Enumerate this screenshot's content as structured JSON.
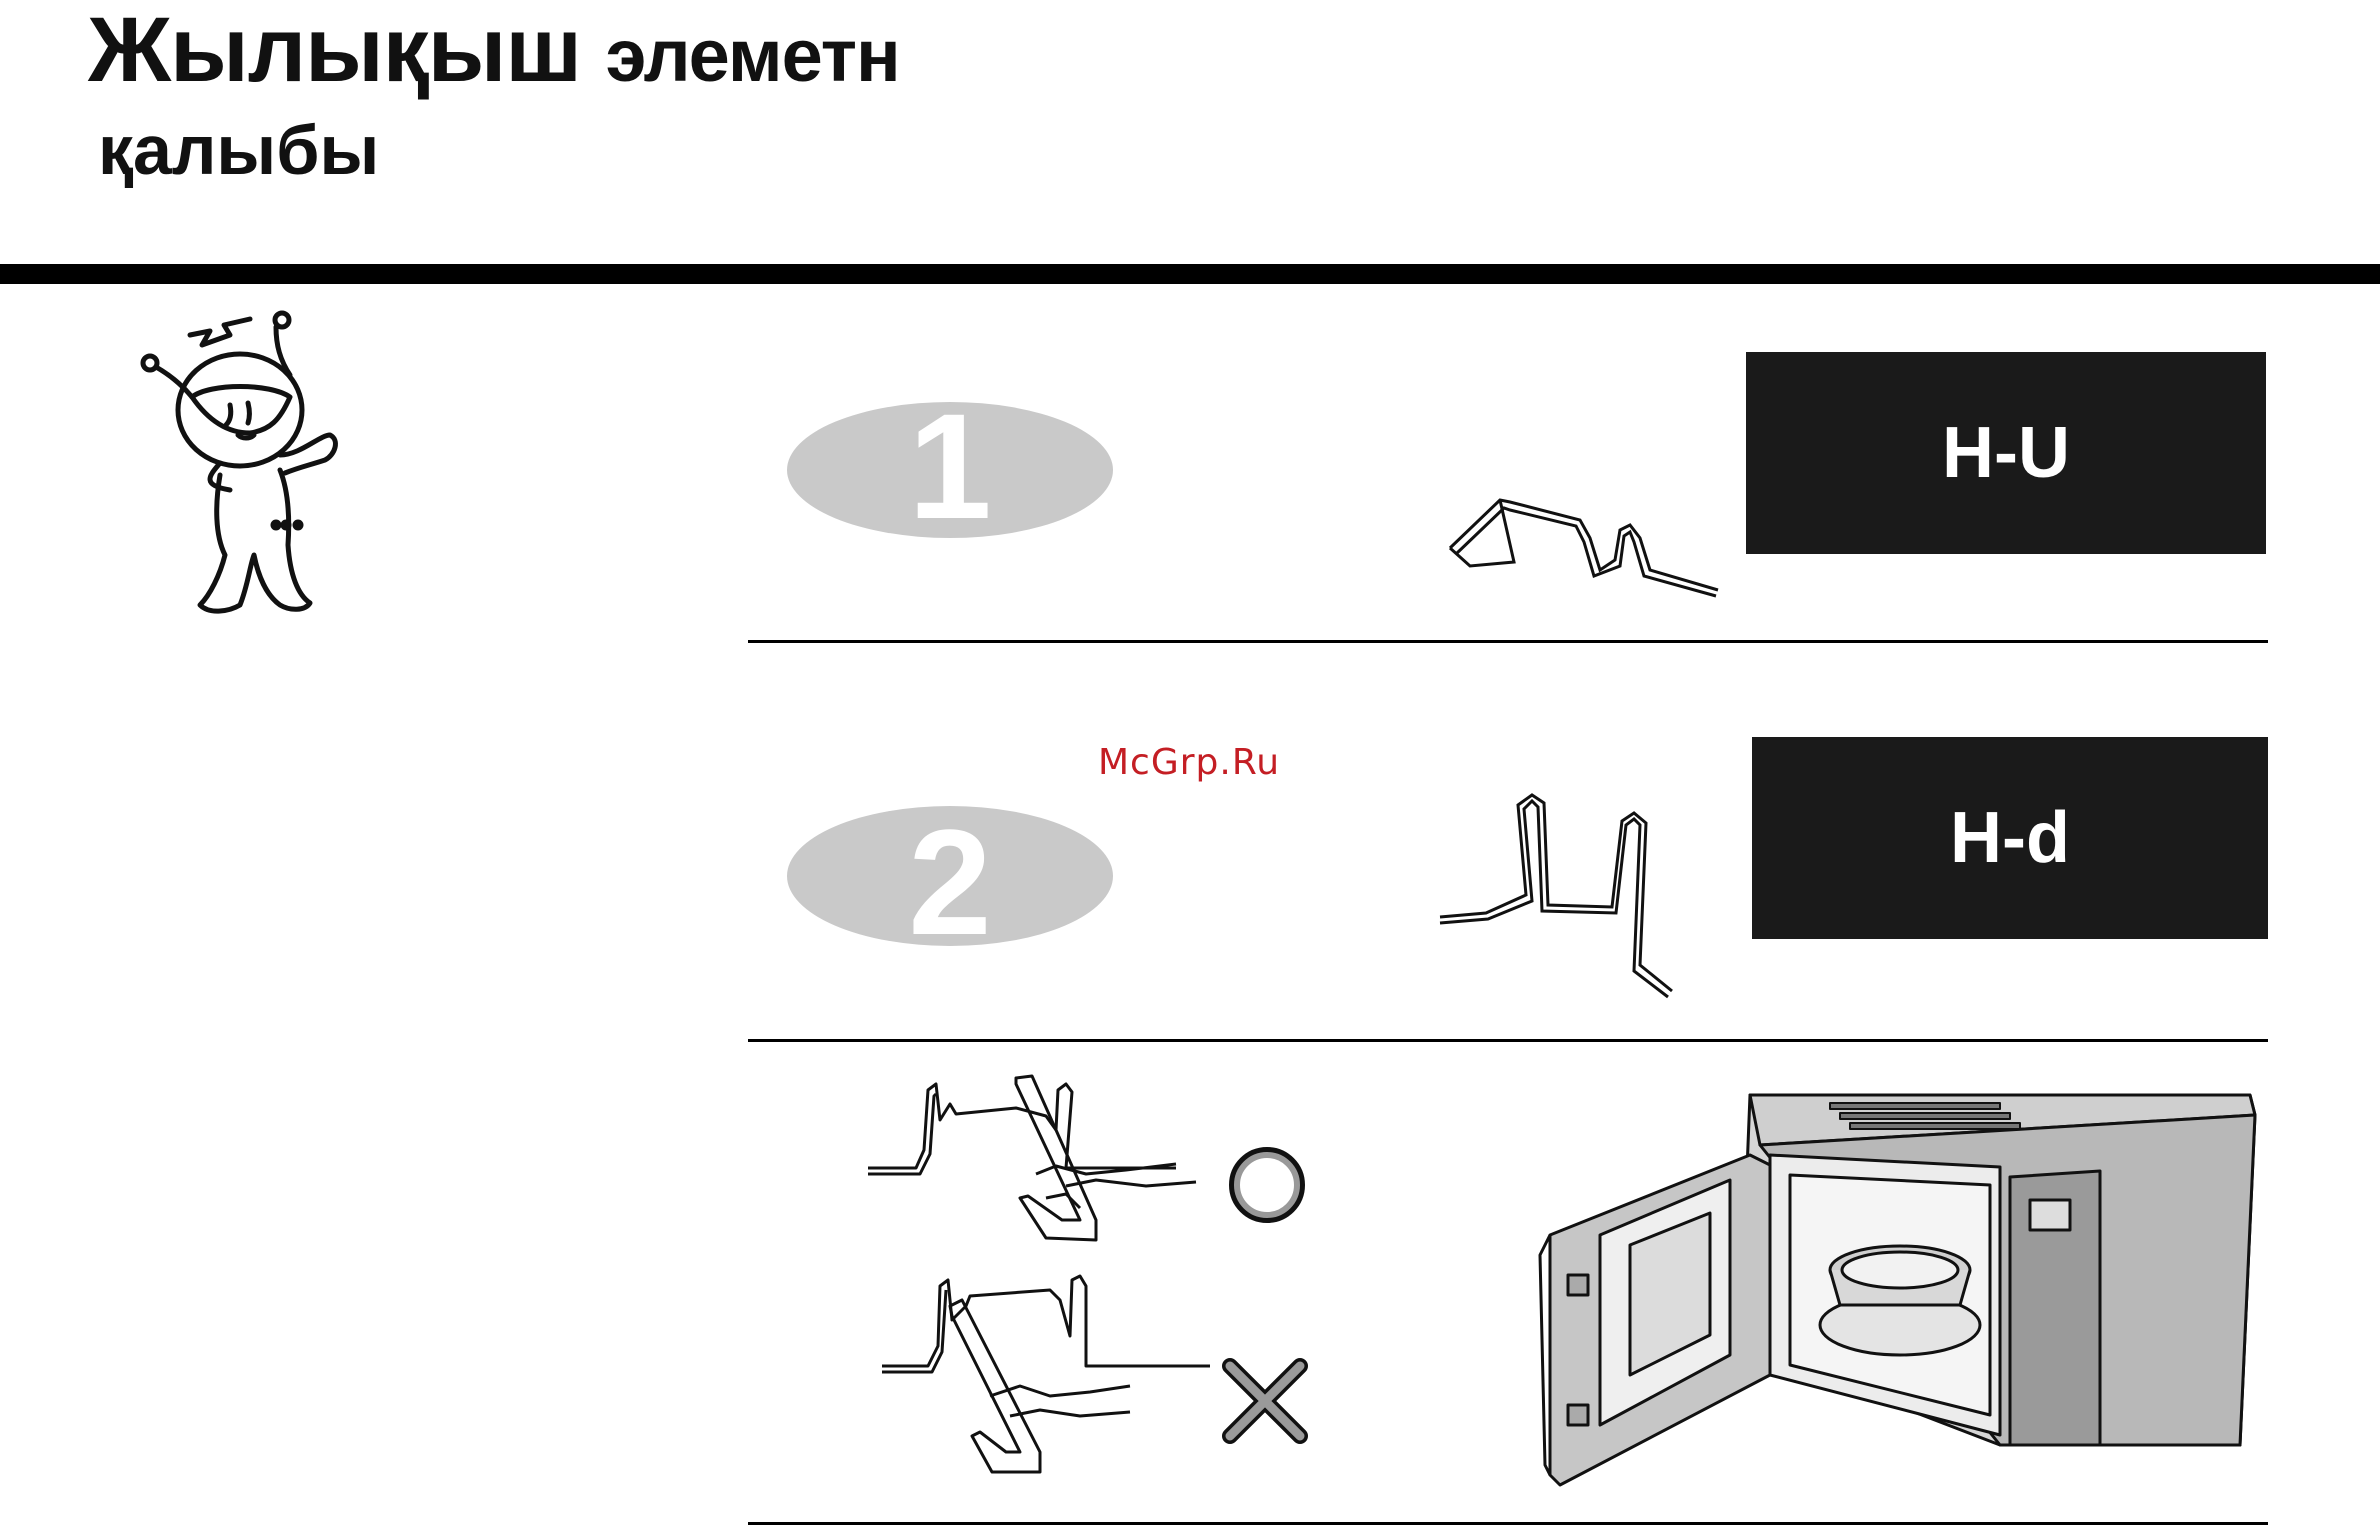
{
  "header": {
    "title_part1": "Жылықыш",
    "title_part2": "элеметн",
    "subtitle": "қалыбы"
  },
  "watermark": "McGrp.Ru",
  "steps": [
    {
      "number": "1",
      "badge": "H-U"
    },
    {
      "number": "2",
      "badge": "H-d"
    }
  ],
  "handling": {
    "correct_symbol_icon": "circle-ok-icon",
    "wrong_symbol_icon": "cross-wrong-icon"
  },
  "colors": {
    "badge_bg": "#1a1a1a",
    "number_ellipse": "#c9c9c9",
    "watermark": "#c41e24"
  }
}
